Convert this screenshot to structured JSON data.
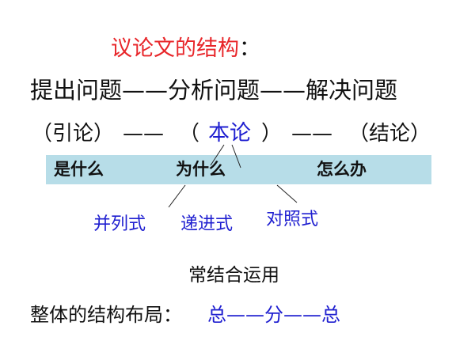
{
  "title": {
    "text": "议论文的结构",
    "colon": "："
  },
  "process": {
    "text": "提出问题——分析问题——解决问题"
  },
  "parts": {
    "intro": "（引论）",
    "dash1": "——",
    "open_paren": "（",
    "body": "本论",
    "close_paren": "）",
    "dash2": "——",
    "conclusion": "（结论）"
  },
  "band": {
    "items": [
      "是什么",
      "为什么",
      "怎么办"
    ]
  },
  "forms": [
    "并列式",
    "递进式",
    "对照式"
  ],
  "note": "常结合运用",
  "overall": {
    "label": "整体的结构布局：",
    "pattern": "总——分——总"
  },
  "colors": {
    "title_red": "#e8262a",
    "accent_blue": "#1f1fd0",
    "band_fill": "#b7dde8",
    "text": "#111111"
  }
}
